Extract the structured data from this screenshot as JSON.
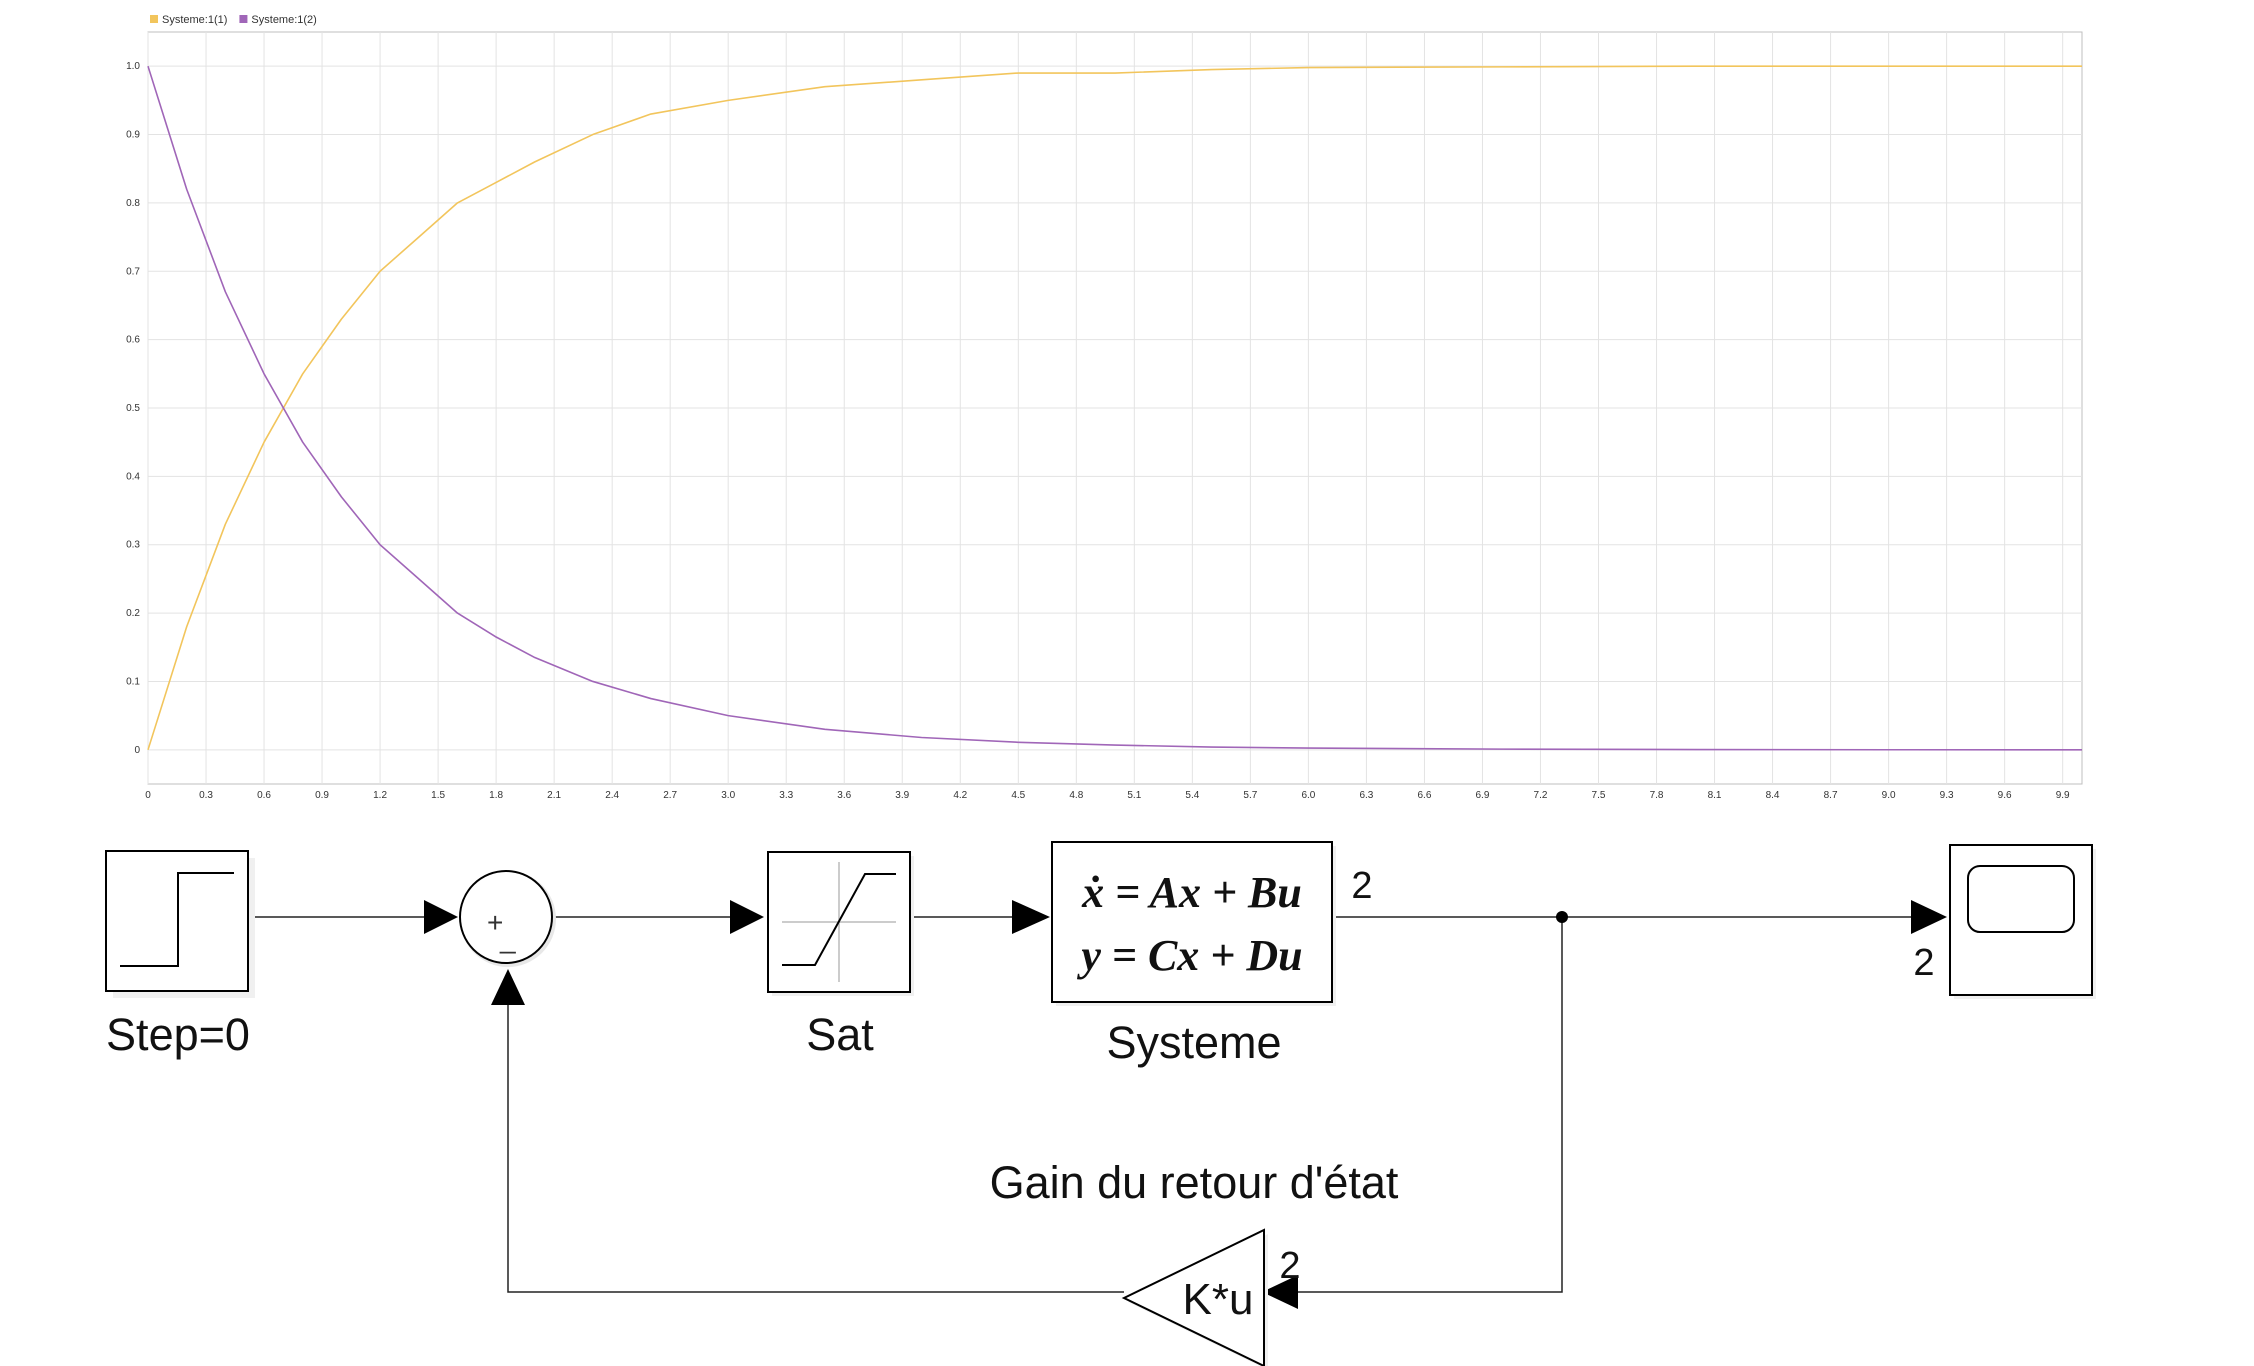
{
  "chart_data": {
    "type": "line",
    "legend": "top-left",
    "grid": true,
    "xlim": [
      0,
      10
    ],
    "ylim": [
      -0.05,
      1.05
    ],
    "x_ticks": [
      "0",
      "0.3",
      "0.6",
      "0.9",
      "1.2",
      "1.5",
      "1.8",
      "2.1",
      "2.4",
      "2.7",
      "3.0",
      "3.3",
      "3.6",
      "3.9",
      "4.2",
      "4.5",
      "4.8",
      "5.1",
      "5.4",
      "5.7",
      "6.0",
      "6.3",
      "6.6",
      "6.9",
      "7.2",
      "7.5",
      "7.8",
      "8.1",
      "8.4",
      "8.7",
      "9.0",
      "9.3",
      "9.6",
      "9.9"
    ],
    "y_ticks": [
      "0",
      "0.1",
      "0.2",
      "0.3",
      "0.4",
      "0.5",
      "0.6",
      "0.7",
      "0.8",
      "0.9",
      "1.0"
    ],
    "x": [
      0,
      0.2,
      0.4,
      0.6,
      0.8,
      1.0,
      1.2,
      1.4,
      1.6,
      1.8,
      2.0,
      2.3,
      2.6,
      3.0,
      3.5,
      4.0,
      4.5,
      5.0,
      5.5,
      6.0,
      7.0,
      8.0,
      9.0,
      10.0
    ],
    "series": [
      {
        "name": "Systeme:1(1)",
        "color": "#f2c55c",
        "values": [
          0.0,
          0.18,
          0.33,
          0.45,
          0.55,
          0.63,
          0.7,
          0.75,
          0.8,
          0.83,
          0.86,
          0.9,
          0.93,
          0.95,
          0.97,
          0.98,
          0.99,
          0.99,
          0.995,
          0.998,
          0.999,
          1.0,
          1.0,
          1.0
        ]
      },
      {
        "name": "Systeme:1(2)",
        "color": "#a066b8",
        "values": [
          1.0,
          0.82,
          0.67,
          0.55,
          0.45,
          0.37,
          0.3,
          0.25,
          0.2,
          0.165,
          0.135,
          0.1,
          0.075,
          0.05,
          0.03,
          0.018,
          0.011,
          0.007,
          0.004,
          0.0025,
          0.001,
          0.0004,
          0.0001,
          0.0
        ]
      }
    ]
  },
  "diagram": {
    "step_label": "Step=0",
    "sat_label": "Sat",
    "system_label": "Systeme",
    "system_eq1": "ẋ = Ax + Bu",
    "system_eq2": "y = Cx + Du",
    "system_out_port": "2",
    "scope_in_port": "2",
    "sum_plus": "+",
    "sum_minus": "_",
    "gain_title": "Gain du retour d'état",
    "gain_text": "K*u",
    "gain_in_port": "2"
  }
}
